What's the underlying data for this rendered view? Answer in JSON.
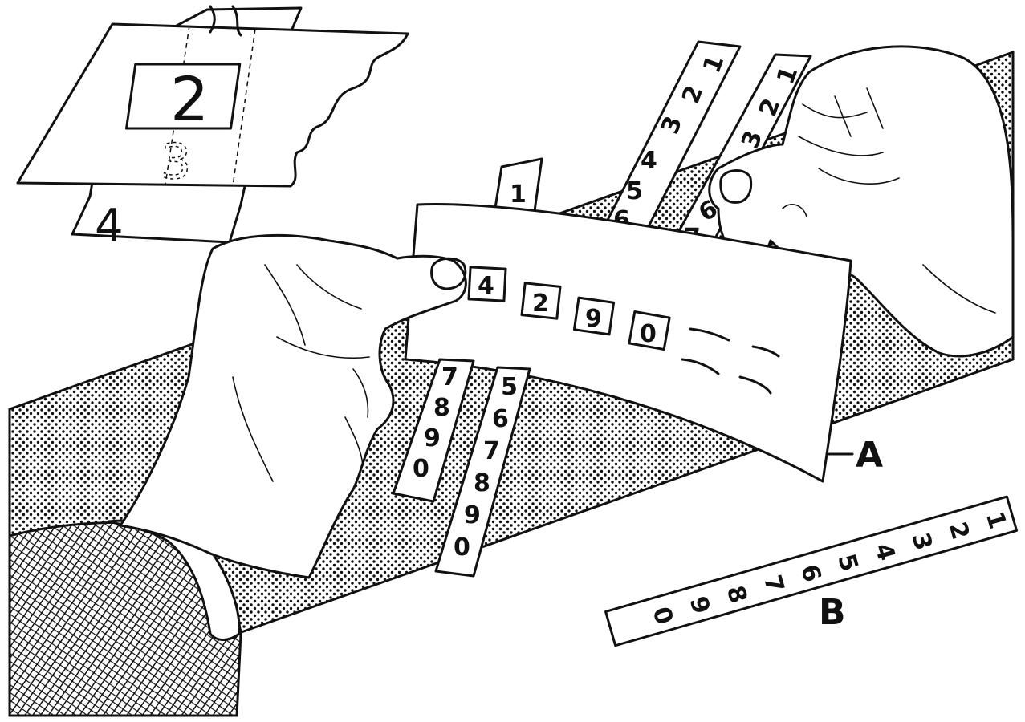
{
  "inset": {
    "window_digit": "2",
    "hidden_digit": "3",
    "strip_tail_digit": "4"
  },
  "card": {
    "window_digits": [
      "4",
      "2",
      "9",
      "0"
    ]
  },
  "strips": {
    "top_center": [
      "1"
    ],
    "upper_left_strip": [
      "1",
      "2",
      "3",
      "4",
      "5",
      "6"
    ],
    "upper_right_strip": [
      "1",
      "2",
      "3",
      "6",
      "7"
    ],
    "lower_left_strip": [
      "7",
      "8",
      "9",
      "0"
    ],
    "lower_right_strip": [
      "5",
      "6",
      "7",
      "8",
      "9",
      "0"
    ],
    "loose_strip_b": [
      "1",
      "2",
      "3",
      "4",
      "5",
      "6",
      "7",
      "8",
      "9",
      "0"
    ]
  },
  "labels": {
    "a": "A",
    "b": "B"
  },
  "colors": {
    "ink": "#111111",
    "paper": "#ffffff",
    "stipple": "#111111"
  }
}
